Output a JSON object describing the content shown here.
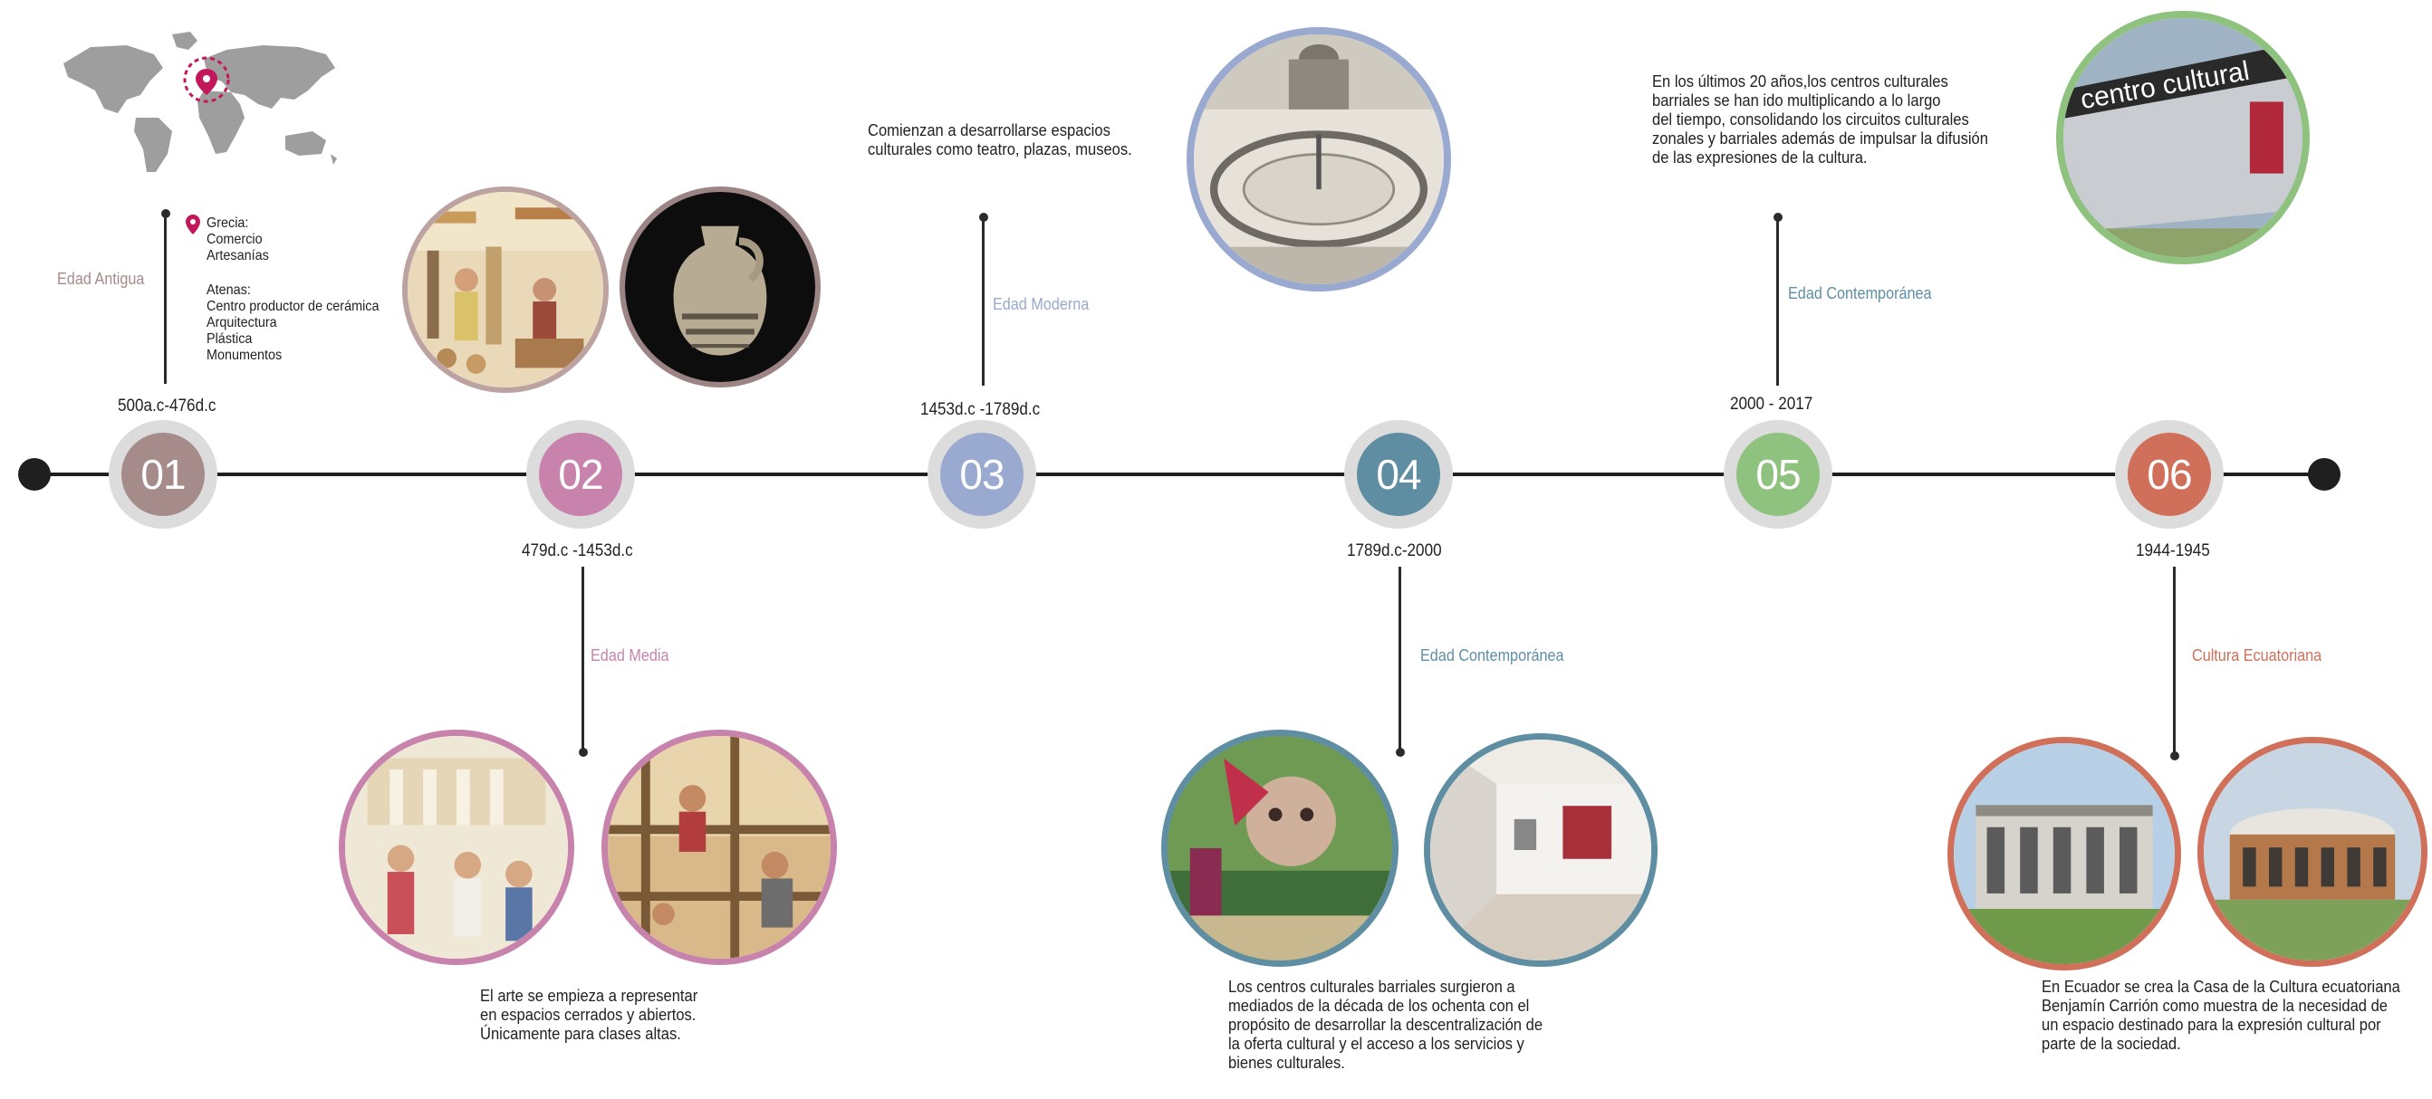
{
  "colors": {
    "line": "#1f1f1f",
    "c01": "#a58b8a",
    "c02": "#c883ac",
    "c03": "#9aa9cf",
    "c04": "#5f8ea3",
    "c05": "#8fc27f",
    "c06": "#d0705a",
    "ring": "#dcdcdc"
  },
  "milestones": [
    {
      "number": "01",
      "date": "500a.c-476d.c",
      "era": "Edad Antigua"
    },
    {
      "number": "02",
      "date": "479d.c -1453d.c",
      "era": "Edad Media"
    },
    {
      "number": "03",
      "date": "1453d.c -1789d.c",
      "era": "Edad Moderna"
    },
    {
      "number": "04",
      "date": "1789d.c-2000",
      "era": "Edad Contemporánea"
    },
    {
      "number": "05",
      "date": "2000 - 2017",
      "era": "Edad Contemporánea"
    },
    {
      "number": "06",
      "date": "1944-1945",
      "era": "Cultura Ecuatoriana"
    }
  ],
  "antigua_notes": {
    "group1": "Grecia:\nComercio\nArtesanías",
    "group2": "Atenas:\nCentro productor de cerámica\nArquitectura\nPlástica\nMonumentos"
  },
  "descriptions": {
    "media": "El arte se empieza a representar\nen espacios cerrados y abiertos.\nÚnicamente para clases altas.",
    "moderna": "Comienzan a desarrollarse espacios\nculturales como teatro, plazas, museos.",
    "contemporanea_04": "Los centros culturales barriales surgieron a\nmediados de la década de los ochenta con el\npropósito de desarrollar la descentralización de\nla oferta cultural y el acceso a los servicios y\nbienes culturales.",
    "contemporanea_05": "En los últimos 20 años,los centros culturales\nbarriales se han ido multiplicando a lo largo\ndel tiempo, consolidando los circuitos culturales\nzonales y barriales además de impulsar la difusión\nde las expresiones de la cultura.",
    "ecuatoriana": "En Ecuador se crea la Casa de la Cultura ecuatoriana\nBenjamín Carrión como muestra de la necesidad de\nun espacio destinado para la expresión cultural por\nparte de la sociedad."
  },
  "photo_sign_text": "centro cultural",
  "icons": {
    "map": "world-map-icon",
    "pin": "location-pin-icon"
  }
}
